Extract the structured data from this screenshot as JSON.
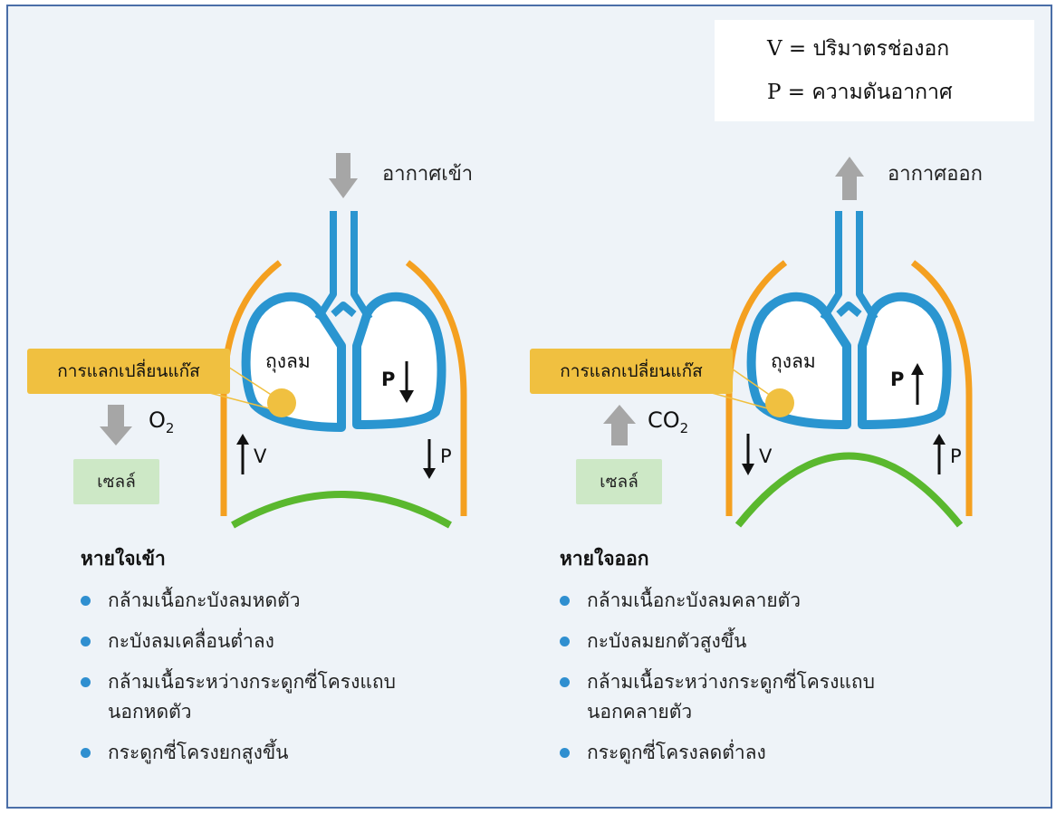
{
  "legend": {
    "volume": "V = ปริมาตรช่องอก",
    "pressure": "P = ความดันอากาศ"
  },
  "inhale": {
    "air_label": "อากาศเข้า",
    "exchange_label": "การแลกเปลี่ยนแก๊ส",
    "gas": "O",
    "gas_sub": "2",
    "cell_label": "เซลล์",
    "alveoli_label": "ถุงลม",
    "lung_pressure": "P",
    "volume_label": "V",
    "pressure_label": "P",
    "heading": "หายใจเข้า",
    "steps": [
      "กล้ามเนื้อกะบังลมหดตัว",
      "กะบังลมเคลื่อนต่ำลง",
      "กล้ามเนื้อระหว่างกระดูกซี่โครงแถบนอกหดตัว",
      "กระดูกซี่โครงยกสูงขึ้น"
    ]
  },
  "exhale": {
    "air_label": "อากาศออก",
    "exchange_label": "การแลกเปลี่ยนแก๊ส",
    "gas": "CO",
    "gas_sub": "2",
    "cell_label": "เซลล์",
    "alveoli_label": "ถุงลม",
    "lung_pressure": "P",
    "volume_label": "V",
    "pressure_label": "P",
    "heading": "หายใจออก",
    "steps": [
      "กล้ามเนื้อกะบังลมคลายตัว",
      "กะบังลมยกตัวสูงขึ้น",
      "กล้ามเนื้อระหว่างกระดูกซี่โครงแถบนอกคลายตัว",
      "กระดูกซี่โครงลดต่ำลง"
    ]
  },
  "colors": {
    "rib": "#f4a020",
    "lung_outline": "#2a95d0",
    "diaphragm": "#5ab82e",
    "air_arrow": "#a6a6a6",
    "exchange_box": "#f0c040",
    "cell_box": "#cde8c6",
    "bullet": "#2f8fd0"
  }
}
